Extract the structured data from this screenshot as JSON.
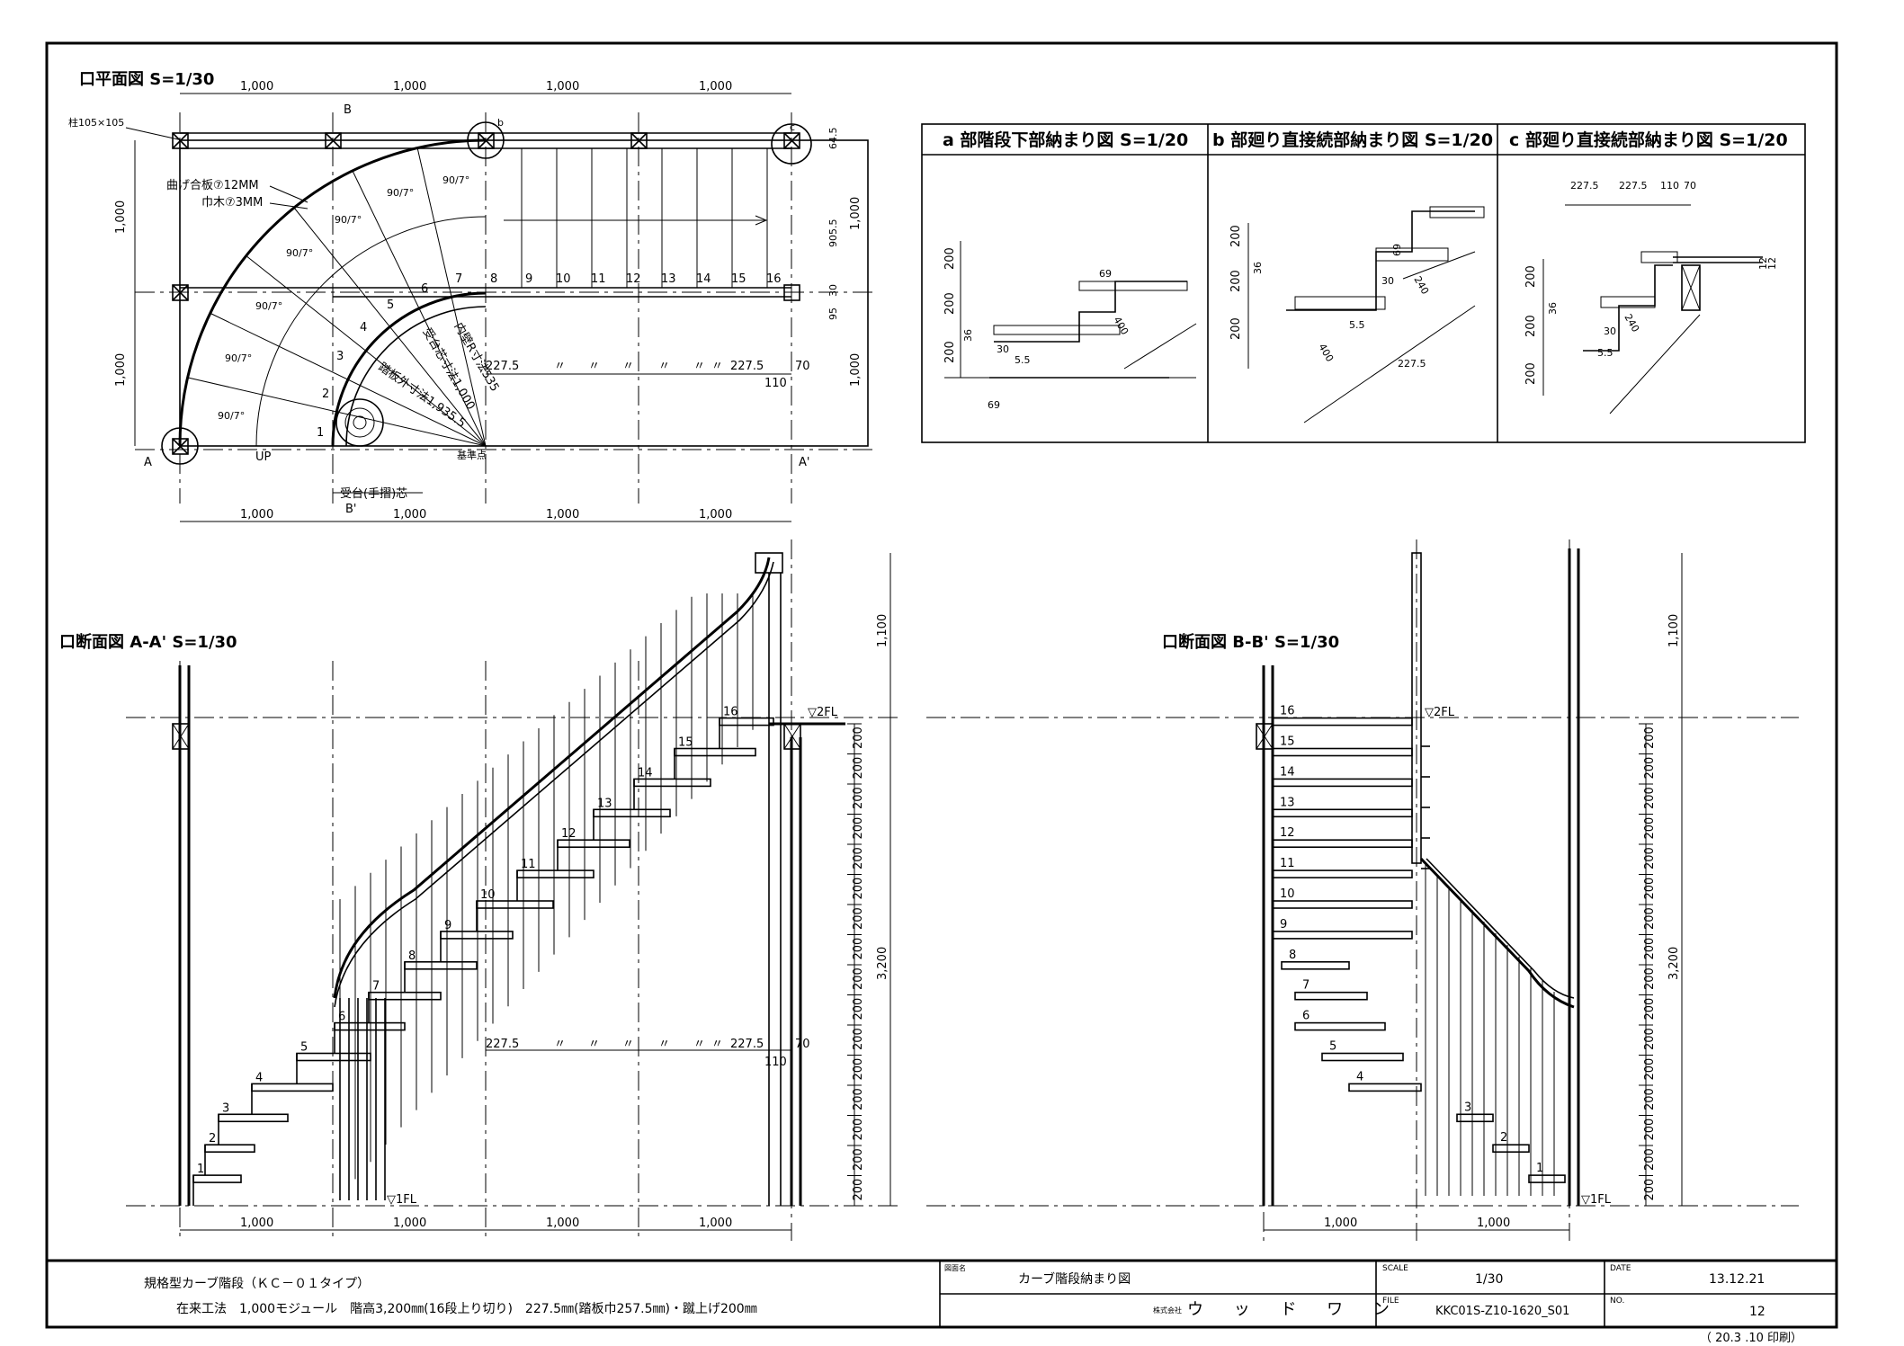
{
  "plan": {
    "title": "口平面図 S=1/30",
    "top_dims": [
      "1,000",
      "1,000",
      "1,000",
      "1,000"
    ],
    "bottom_dims": [
      "1,000",
      "1,000",
      "1,000",
      "1,000"
    ],
    "left_dims": [
      "1,000",
      "1,000"
    ],
    "right_dims": [
      "1,000",
      "1,000"
    ],
    "right_small_dims": [
      "64.5",
      "905.5",
      "30",
      "95"
    ],
    "post_label": "柱105×105",
    "board_label_1": "曲げ合板⑦12MM",
    "board_label_2": "巾木⑦3MM",
    "step_numbers": [
      "1",
      "2",
      "3",
      "4",
      "5",
      "6",
      "7",
      "8",
      "9",
      "10",
      "11",
      "12",
      "13",
      "14",
      "15",
      "16"
    ],
    "angle_labels": [
      "90/7°",
      "90/7°",
      "90/7°",
      "90/7°",
      "90/7°",
      "90/7°",
      "90/7°"
    ],
    "tread_dims": [
      "227.5",
      "〃",
      "〃",
      "〃",
      "〃",
      "〃",
      "〃",
      "227.5",
      "70",
      "110"
    ],
    "radius_label_1": "内壁R寸法535",
    "radius_label_2": "受台芯寸法1,000",
    "radius_label_3": "踏板外寸法1,935.5",
    "up_label": "UP",
    "base_point": "基準点",
    "support_label": "受台(手摺)芯",
    "section_marks": [
      "A",
      "A'",
      "B",
      "B'",
      "b",
      "c"
    ]
  },
  "details": {
    "a_title": "a 部階段下部納まり図 S=1/20",
    "b_title": "b 部廻り直接続部納まり図 S=1/20",
    "c_title": "c 部廻り直接続部納まり図 S=1/20",
    "a_dims": [
      "200",
      "200",
      "200",
      "36",
      "30",
      "5.5",
      "69",
      "69",
      "400"
    ],
    "b_dims": [
      "200",
      "200",
      "200",
      "36",
      "30",
      "5.5",
      "69",
      "240",
      "400",
      "227.5"
    ],
    "c_dims": [
      "227.5",
      "227.5",
      "110",
      "70",
      "200",
      "200",
      "200",
      "36",
      "30",
      "5.5",
      "240",
      "12",
      "12"
    ]
  },
  "section_aa": {
    "title": "口断面図 A-A' S=1/30",
    "height_total": "3,200",
    "handrail_height": "1,100",
    "riser_dims": [
      "200",
      "200",
      "200",
      "200",
      "200",
      "200",
      "200",
      "200",
      "200",
      "200",
      "200",
      "200",
      "200",
      "200",
      "200",
      "200"
    ],
    "bottom_dims": [
      "1,000",
      "1,000",
      "1,000",
      "1,000"
    ],
    "fl_top": "▽2FL",
    "fl_bottom": "▽1FL",
    "tread_dims": [
      "227.5",
      "〃",
      "〃",
      "〃",
      "〃",
      "〃",
      "〃",
      "227.5",
      "70",
      "110"
    ],
    "step_numbers": [
      "1",
      "2",
      "3",
      "4",
      "5",
      "6",
      "7",
      "8",
      "9",
      "10",
      "11",
      "12",
      "13",
      "14",
      "15",
      "16"
    ]
  },
  "section_bb": {
    "title": "口断面図 B-B' S=1/30",
    "height_total": "3,200",
    "handrail_height": "1,100",
    "riser_dims": [
      "200",
      "200",
      "200",
      "200",
      "200",
      "200",
      "200",
      "200",
      "200",
      "200",
      "200",
      "200",
      "200",
      "200",
      "200",
      "200"
    ],
    "bottom_dims": [
      "1,000",
      "1,000"
    ],
    "fl_top": "▽2FL",
    "fl_bottom": "▽1FL",
    "step_numbers": [
      "1",
      "2",
      "3",
      "4",
      "5",
      "6",
      "7",
      "8",
      "9",
      "10",
      "11",
      "12",
      "13",
      "14",
      "15",
      "16"
    ]
  },
  "title_block": {
    "product": "規格型カーブ階段（ＫＣ－０１タイプ）",
    "spec": "在来工法　1,000モジュール　階高3,200㎜(16段上り切り)　227.5㎜(踏板巾257.5㎜)・蹴上げ200㎜",
    "drawing_label": "図面名",
    "drawing_name": "カーブ階段納まり図",
    "company_label": "株式会社",
    "company": "ウ ッ ド ワ ン",
    "scale_label": "SCALE",
    "scale": "1/30",
    "file_label": "FILE",
    "file": "KKC01S-Z10-1620_S01",
    "date_label": "DATE",
    "date": "13.12.21",
    "no_label": "NO.",
    "no": "12",
    "print_note": "（ 20.3 .10 印刷）"
  }
}
